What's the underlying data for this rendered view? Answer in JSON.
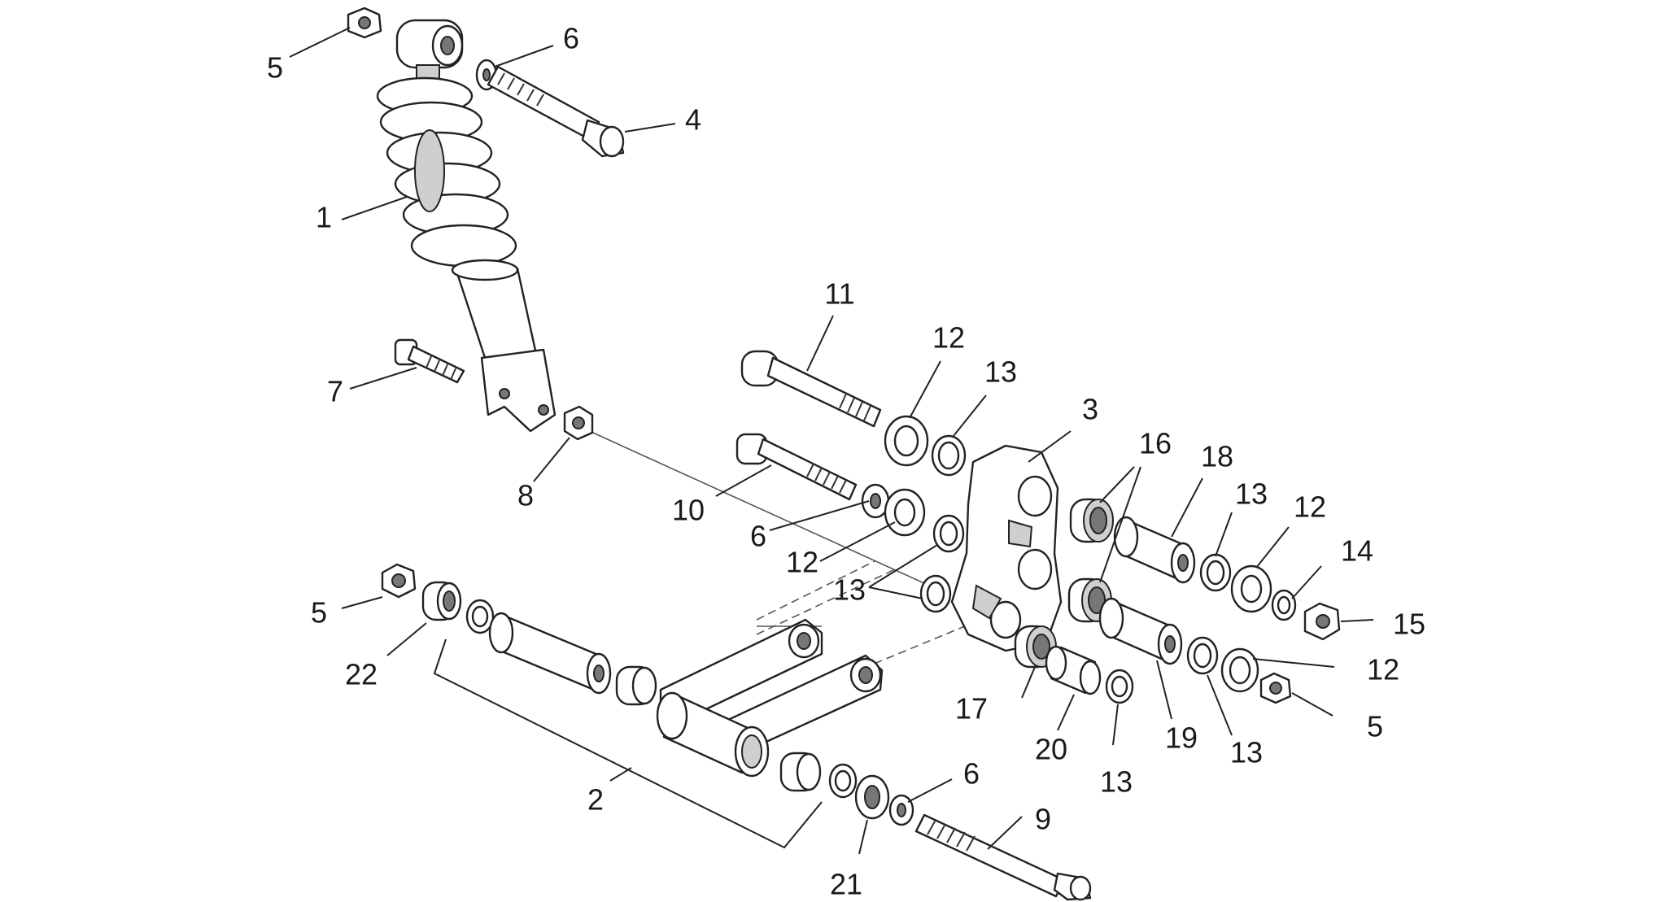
{
  "callouts": [
    {
      "id": "c5a",
      "label": "5"
    },
    {
      "id": "c6a",
      "label": "6"
    },
    {
      "id": "c4",
      "label": "4"
    },
    {
      "id": "c1",
      "label": "1"
    },
    {
      "id": "c7",
      "label": "7"
    },
    {
      "id": "c8",
      "label": "8"
    },
    {
      "id": "c11",
      "label": "11"
    },
    {
      "id": "c12a",
      "label": "12"
    },
    {
      "id": "c13a",
      "label": "13"
    },
    {
      "id": "c3",
      "label": "3"
    },
    {
      "id": "c16",
      "label": "16"
    },
    {
      "id": "c18",
      "label": "18"
    },
    {
      "id": "c13b",
      "label": "13"
    },
    {
      "id": "c12b",
      "label": "12"
    },
    {
      "id": "c14",
      "label": "14"
    },
    {
      "id": "c15",
      "label": "15"
    },
    {
      "id": "c10",
      "label": "10"
    },
    {
      "id": "c6b",
      "label": "6"
    },
    {
      "id": "c12c",
      "label": "12"
    },
    {
      "id": "c13c",
      "label": "13"
    },
    {
      "id": "c5b",
      "label": "5"
    },
    {
      "id": "c22",
      "label": "22"
    },
    {
      "id": "c12d",
      "label": "12"
    },
    {
      "id": "c5c",
      "label": "5"
    },
    {
      "id": "c17",
      "label": "17"
    },
    {
      "id": "c20",
      "label": "20"
    },
    {
      "id": "c19",
      "label": "19"
    },
    {
      "id": "c13d",
      "label": "13"
    },
    {
      "id": "c13e",
      "label": "13"
    },
    {
      "id": "c2",
      "label": "2"
    },
    {
      "id": "c6c",
      "label": "6"
    },
    {
      "id": "c9",
      "label": "9"
    },
    {
      "id": "c21",
      "label": "21"
    }
  ]
}
